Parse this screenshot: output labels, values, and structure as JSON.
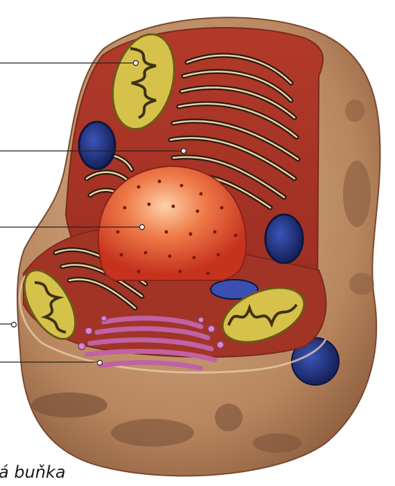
{
  "caption": "á buňka",
  "label_line_color": "#222222",
  "colors": {
    "cytoplasm": "#b63a2c",
    "membrane": "#c89a78",
    "nucleus": "#e85a34",
    "mitochondria": "#d8c14a",
    "golgi": "#c46aa6",
    "lysosome": "#2c3f8f"
  },
  "pointers": [
    {
      "name": "mitochondrion-pointer"
    },
    {
      "name": "lysosome-pointer"
    },
    {
      "name": "nucleus-pointer"
    },
    {
      "name": "cell-membrane-pointer"
    },
    {
      "name": "golgi-apparatus-pointer"
    }
  ]
}
